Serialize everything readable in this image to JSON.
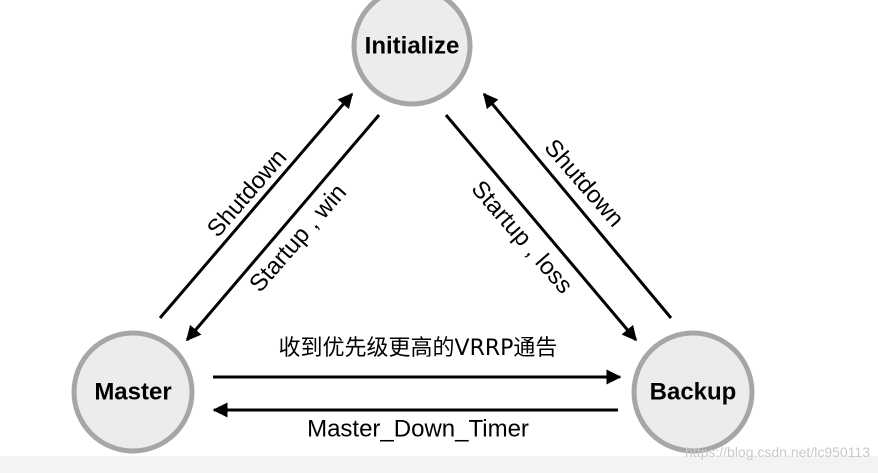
{
  "states": {
    "initialize": "Initialize",
    "master": "Master",
    "backup": "Backup"
  },
  "transitions": {
    "master_to_initialize": "Shutdown",
    "initialize_to_master": "Startup , win",
    "initialize_to_backup": "Startup , loss",
    "backup_to_initialize": "Shutdown",
    "master_to_backup": "收到优先级更高的VRRP通告",
    "backup_to_master": "Master_Down_Timer"
  },
  "watermark": "https://blog.csdn.net/lc950113",
  "colors": {
    "node_fill": "#ececec",
    "node_stroke": "#a6a6a6",
    "line": "#000000"
  }
}
